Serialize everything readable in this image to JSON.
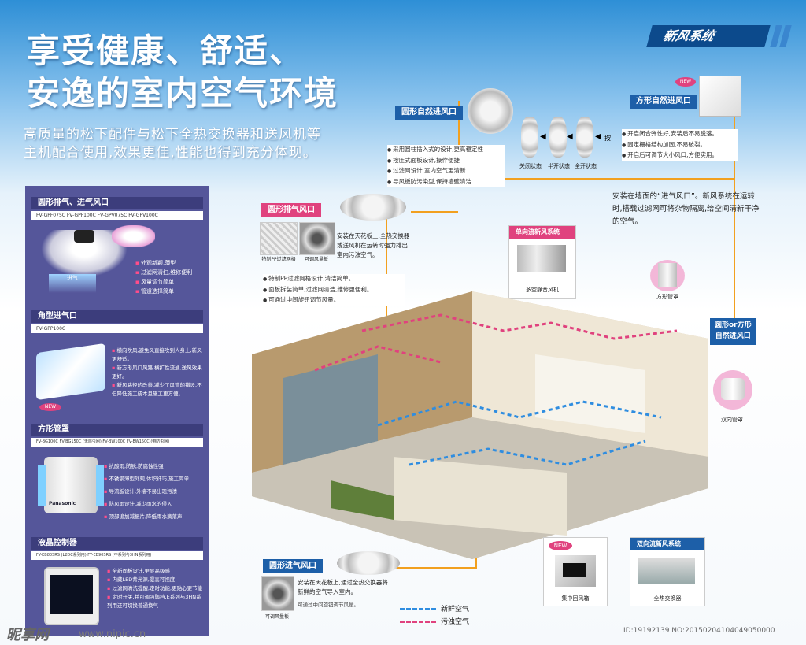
{
  "header": {
    "title_line1": "享受健康、舒适、",
    "title_line2": "安逸的室内空气环境",
    "subtitle_line1": "高质量的松下配件与松下全热交换器和送风机等",
    "subtitle_line2": "主机配合使用,效果更佳,性能也得到充分体现。",
    "badge": "新风系统"
  },
  "panel": {
    "sections": [
      {
        "title": "圆形排气、进气风口",
        "models": "FV-GPF075C  FV-GPF100C  FV-GPV075C  FV-GPV100C",
        "airflow": "进气",
        "features": [
          "外观新颖,薄型",
          "过滤网清扫,维修便利",
          "风量调节简单",
          "管道选择简单"
        ]
      },
      {
        "title": "角型进气口",
        "models": "FV-GPP100C",
        "features": [
          "横向吹风,避免风直接吹到人身上,新风更舒适。",
          "新方形风口风路,横扩性流通,送风效果更好。",
          "新风路径的改善,减少了风管的错设,不但降低施工成本且施工更方便。"
        ]
      },
      {
        "title": "方形管罩",
        "models": "FV-BG100C  FV-BG150C (无防虫网)    FV-BW100C  FV-BW150C (带防虫网)",
        "features": [
          "抗酸雨,防锈,防腐蚀性强",
          "不锈钢薄型外观,体积纤巧,施工简单",
          "导流板设计,外墙不易出现污渍",
          "防风雨设计,减少雨水的侵入",
          "顶部追加减振片,降低雨水滴落声"
        ]
      },
      {
        "title": "液晶控制器",
        "models": "FY-EB80SRS (L2DC系列用)    FY-EB90SRS (不系列与3HN系列用)",
        "features": [
          "全新面板设计,更显高级感",
          "内藏LED背光源,提高可视度",
          "过滤网清洗提醒,定时功能,更贴心更节能",
          "定时开关,并可调强弱档,E系列与3HN系列用还可切换普通换气"
        ]
      }
    ],
    "new_label": "NEW",
    "panasonic": "Panasonic"
  },
  "callouts": {
    "round_natural": {
      "title": "圆形自然进风口",
      "bullets": [
        "采用圆柱插入式的设计,更高稳定性",
        "按压式面板设计,操作便捷",
        "过滤网设计,室内空气更清新",
        "导风板防污染型,保持墙壁清洁"
      ],
      "states": [
        "关闭状态",
        "半开状态",
        "全开状态"
      ],
      "press": "按"
    },
    "square_natural": {
      "title": "方形自然进风口",
      "new": "NEW",
      "bullets": [
        "开启闭合弹性好,安装后不易脱落。",
        "固定栅格结构加固,不易破裂。",
        "开启后可调节大小风口,方便实用。"
      ]
    },
    "wall_note": "安装在墙面的“进气风口”。新风系统在运转时,搭载过滤网可将杂物隔离,给空间清新干净的空气。",
    "round_exhaust": {
      "title": "圆形排气风口",
      "desc": "安装在天花板上,全热交换器或送风机在运转时强力排出室内污浊空气。",
      "img1": "特制PP过滤网格",
      "img2": "可调风量板",
      "bullets": [
        "特制PP过滤网格设计,清洁简单。",
        "面板拆装简单,过滤网清洁,维修更便利。",
        "可通过中间旋钮调节风量。"
      ]
    },
    "single_flow": {
      "title": "单向流新风系统",
      "caption": "多空静音风机"
    },
    "square_hood": "方形管罩",
    "round_or_square": "圆形or方形\n自然进风口",
    "double_hood": "双向管罩",
    "round_intake": {
      "title": "圆形进气风口",
      "desc": "安装在天花板上,通过全热交换器将新鲜的空气导入室内。",
      "note": "可通过中间旋钮调节风量。",
      "img": "可调风量板"
    },
    "new_box": {
      "new": "NEW",
      "caption": "集中回风箱"
    },
    "double_flow": {
      "title": "双向流新风系统",
      "caption": "全热交换器"
    }
  },
  "legend": {
    "fresh": "新鲜空气",
    "dirty": "污浊空气"
  },
  "watermark": {
    "logo": "昵享网",
    "url": "www.nipic.cn",
    "id": "ID:19192139 NO:20150204104049050000"
  },
  "colors": {
    "fresh": "#2f8de0",
    "dirty": "#e0427e",
    "accent": "#1d5fa8",
    "panel": "#55569a",
    "line": "#f2a01f"
  }
}
